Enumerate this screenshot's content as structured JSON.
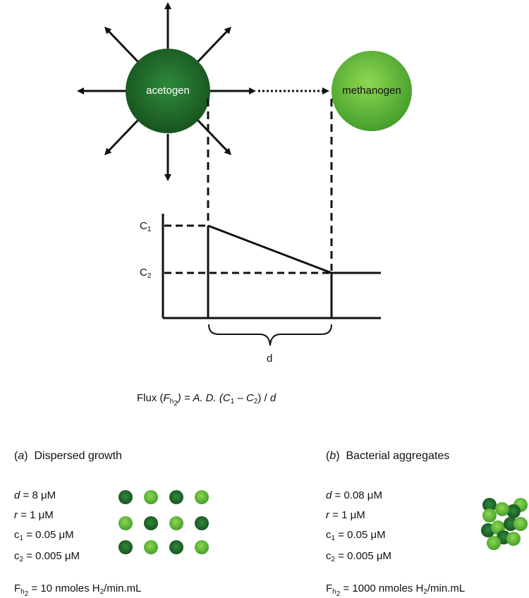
{
  "cells": {
    "acetogen": "acetogen",
    "methanogen": "methanogen"
  },
  "graph": {
    "c1_letter": "C",
    "c1_sub": "1",
    "c2_letter": "C",
    "c2_sub": "2",
    "distance_label": "d"
  },
  "formula": {
    "prefix": "Flux (",
    "F": "F",
    "F_sub": "h",
    "F_subsub": "2",
    "middle": ") = A. D. (",
    "C1": "C",
    "C1_sub": "1",
    "minus": " – ",
    "C2": "C",
    "C2_sub": "2",
    "suffix": ") / ",
    "d": "d"
  },
  "panel_a": {
    "letter": "a",
    "title": "Dispersed growth",
    "d_sym": "d",
    "d_val": " = 8 μM",
    "r_sym": "r",
    "r_val": " = 1 μM",
    "c1_sym": "c",
    "c1_sub": "1",
    "c1_val": " = 0.05 μM",
    "c2_sym": "c",
    "c2_sub": "2",
    "c2_val": " = 0.005 μM",
    "flux_F": "F",
    "flux_sub": "h",
    "flux_subsub": "2",
    "flux_val": " = 10 nmoles H",
    "flux_h2sub": "2",
    "flux_unit": "/min.mL"
  },
  "panel_b": {
    "letter": "b",
    "title": "Bacterial aggregates",
    "d_sym": "d",
    "d_val": " = 0.08 μM",
    "r_sym": "r",
    "r_val": " = 1 μM",
    "c1_sym": "c",
    "c1_sub": "1",
    "c1_val": " = 0.05 μM",
    "c2_sym": "c",
    "c2_sub": "2",
    "c2_val": " = 0.005 μM",
    "flux_F": "F",
    "flux_sub": "h",
    "flux_subsub": "2",
    "flux_val": " = 1000 nmoles H",
    "flux_h2sub": "2",
    "flux_unit": "/min.mL"
  },
  "colors": {
    "dark_green": "#1f6e2a",
    "light_green": "#6cc23a"
  }
}
